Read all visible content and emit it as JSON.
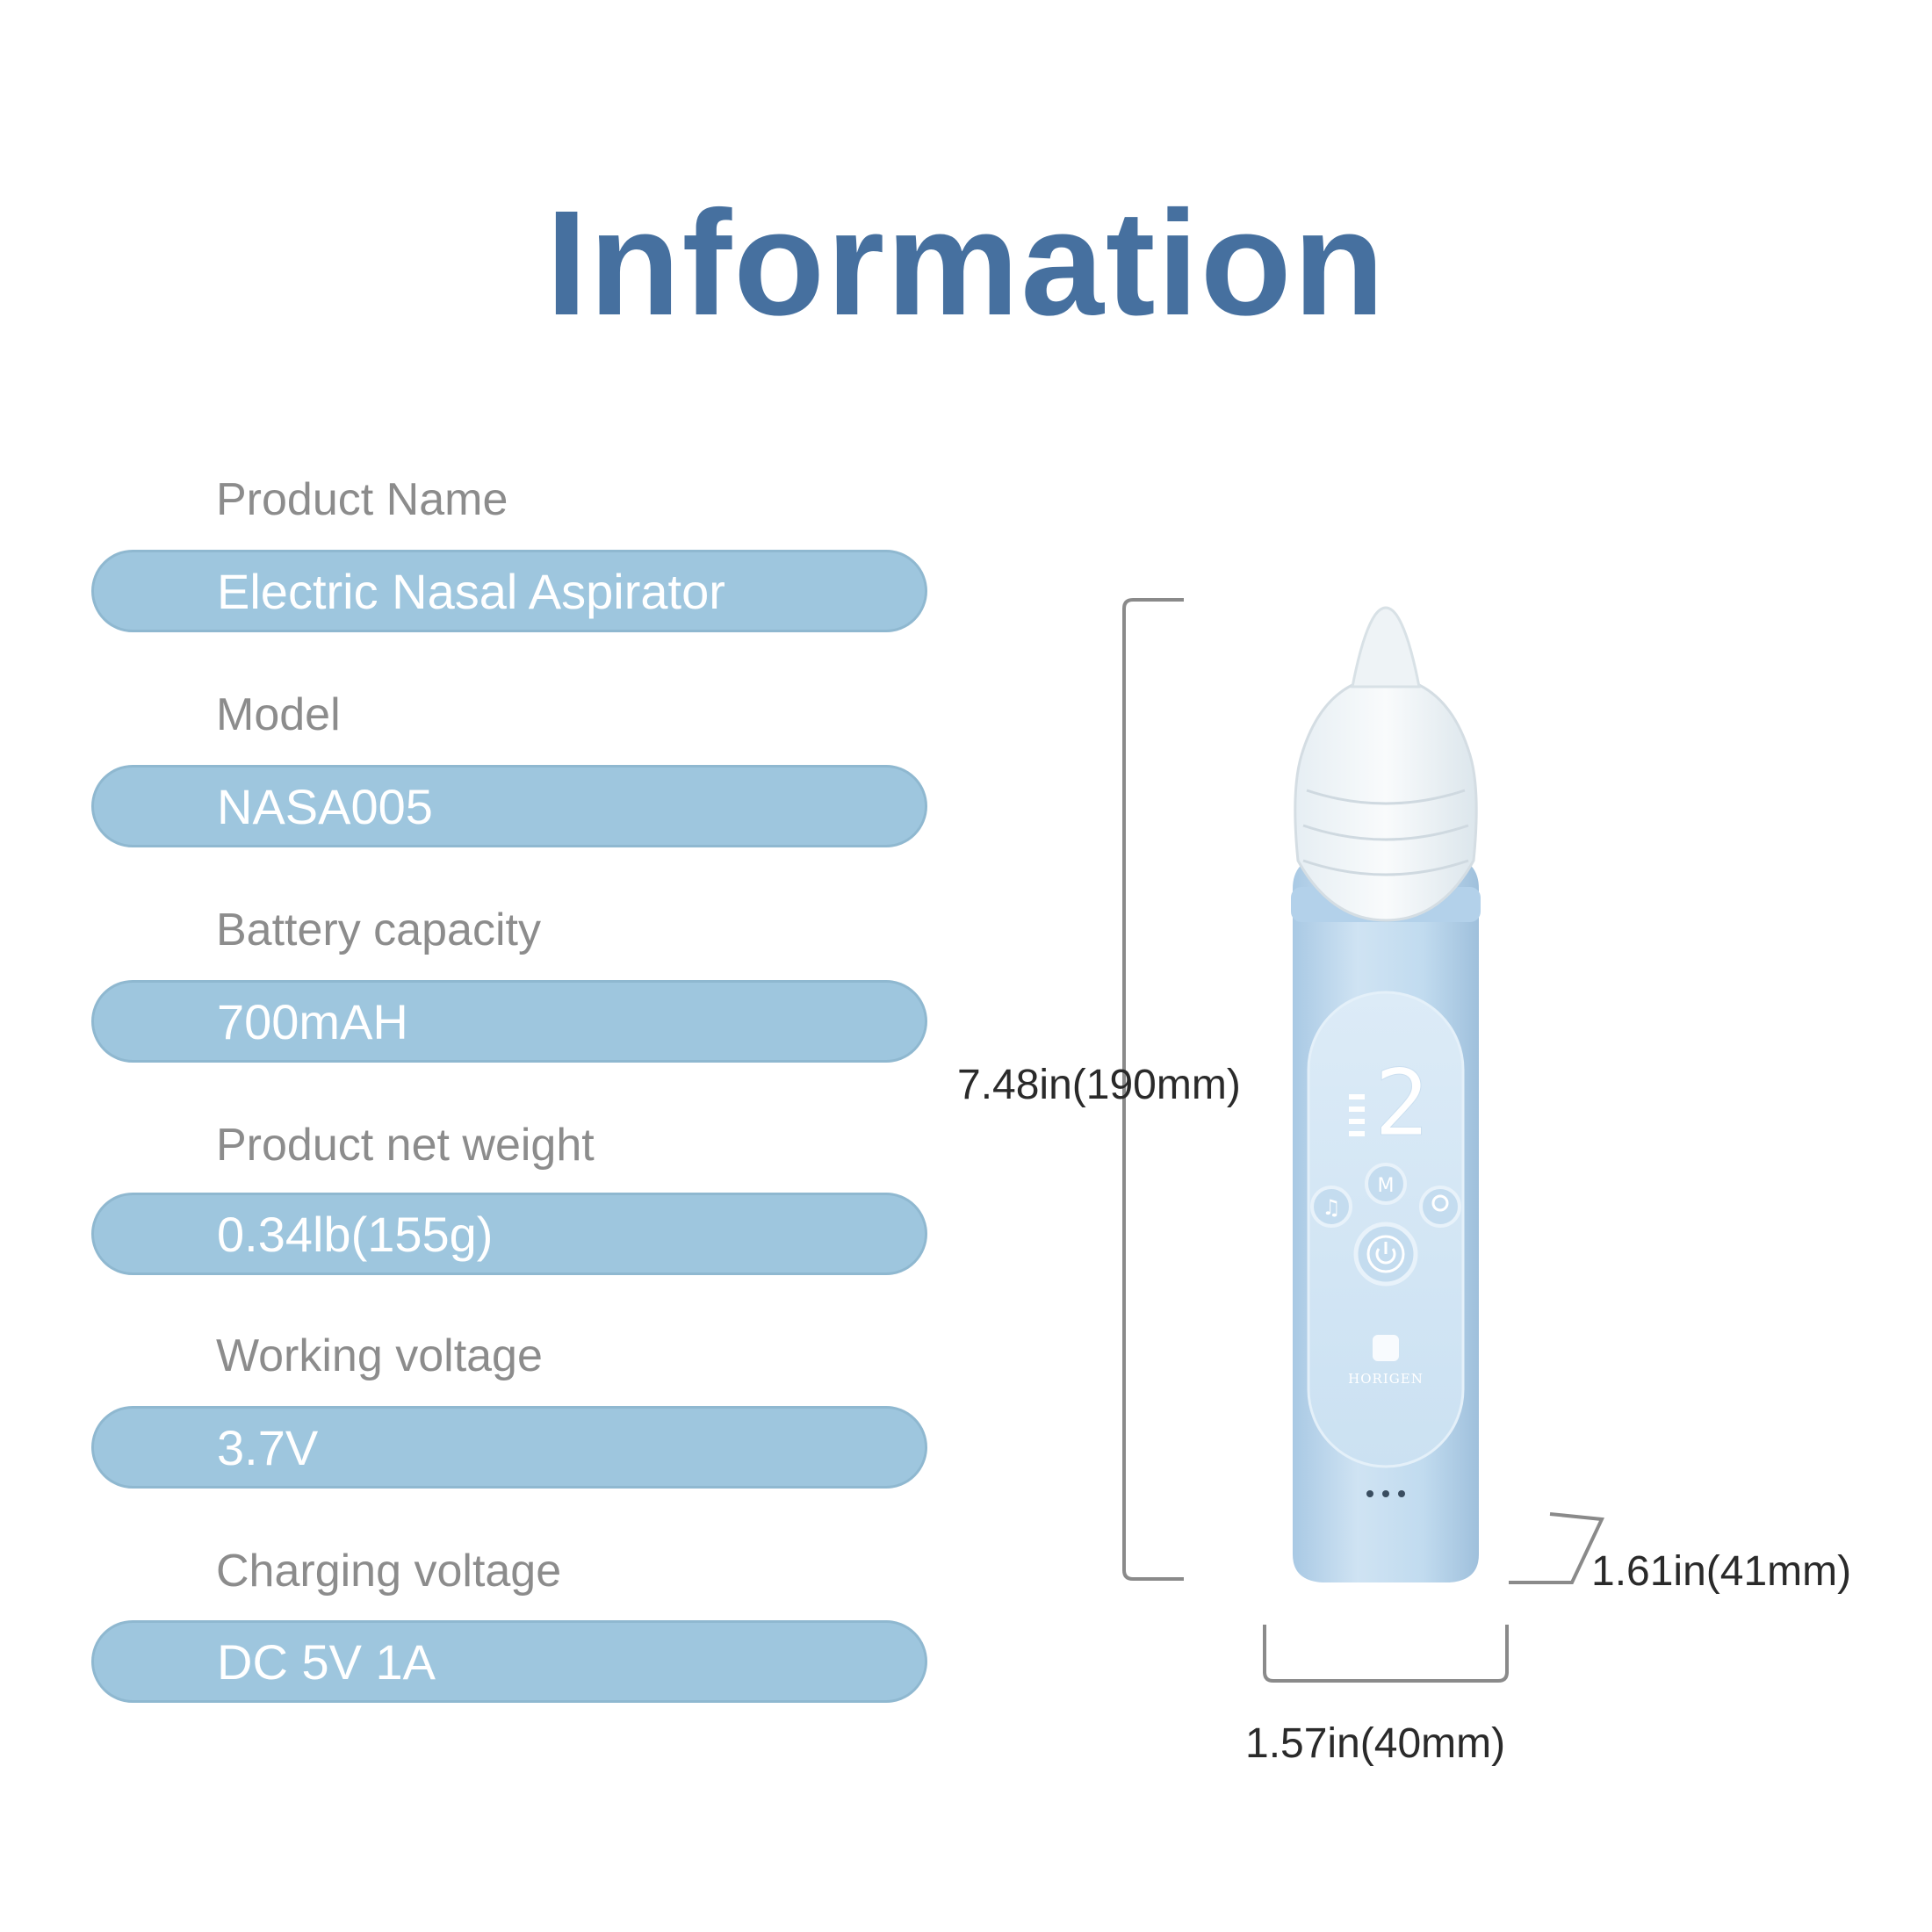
{
  "title": "Information",
  "specs": [
    {
      "label": "Product Name",
      "value": "Electric Nasal Aspirator"
    },
    {
      "label": "Model",
      "value": "NASA005"
    },
    {
      "label": "Battery capacity",
      "value": "700mAH"
    },
    {
      "label": "Product net weight",
      "value": "0.34lb(155g)"
    },
    {
      "label": "Working voltage",
      "value": "3.7V"
    },
    {
      "label": "Charging voltage",
      "value": "DC 5V 1A"
    }
  ],
  "dimensions": {
    "height": "7.48in(190mm)",
    "depth": "1.61in(41mm)",
    "width": "1.57in(40mm)"
  },
  "device": {
    "display_digit": "2",
    "brand": "HORIGEN",
    "mode_button_letter": "M"
  },
  "colors": {
    "title": "#46709f",
    "pill": "#9ec6de",
    "device_body": "#c4dcef"
  }
}
